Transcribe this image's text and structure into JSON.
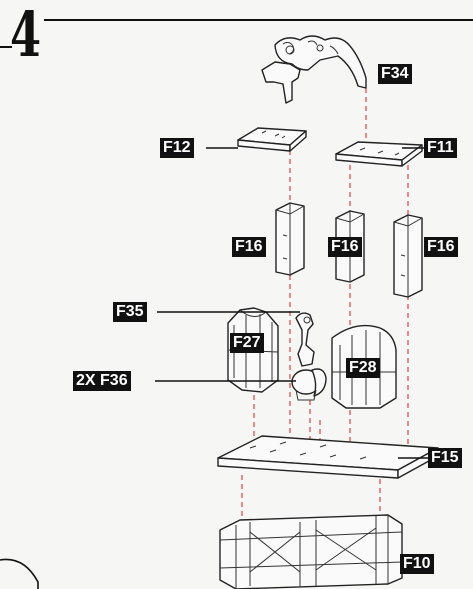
{
  "step": {
    "number": "4"
  },
  "labels": {
    "F34": "F34",
    "F12": "F12",
    "F11": "F11",
    "F16_left": "F16",
    "F16_middle": "F16",
    "F16_right": "F16",
    "F35": "F35",
    "F27": "F27",
    "F28": "F28",
    "F36": "2X F36",
    "F15": "F15",
    "F10": "F10"
  },
  "colors": {
    "guide": "#e05050",
    "label_background": "#111111",
    "label_text": "#ffffff"
  }
}
